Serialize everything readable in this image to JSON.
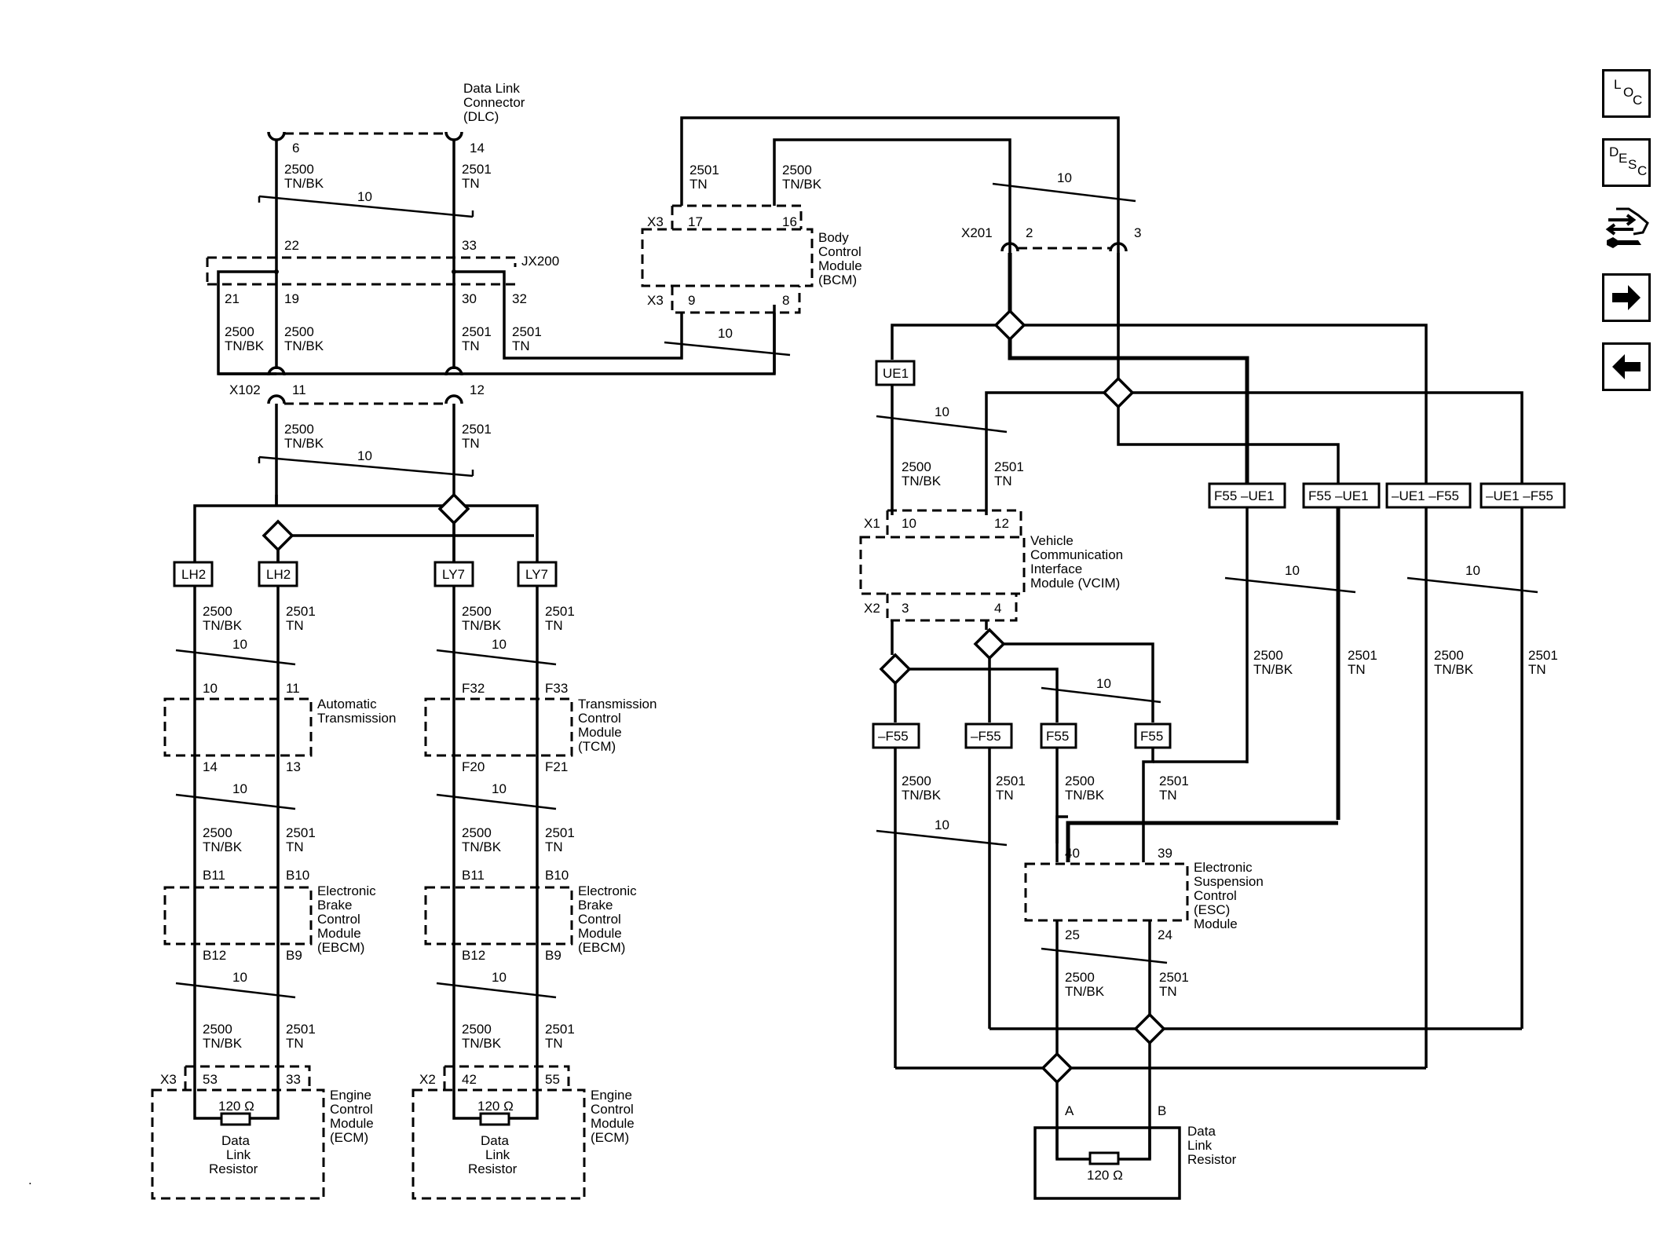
{
  "dlc": {
    "name": [
      "Data Link",
      "Connector",
      "(DLC)"
    ],
    "pin_low": "6",
    "pin_high": "14"
  },
  "wires": {
    "low_num": "2500",
    "low_color": "TN/BK",
    "high_num": "2501",
    "high_color": "TN",
    "twist": "10"
  },
  "jx200": {
    "name": "JX200",
    "pins": [
      "22",
      "33",
      "21",
      "19",
      "30",
      "32"
    ]
  },
  "x102": {
    "name": "X102",
    "pins": [
      "11",
      "12"
    ]
  },
  "bcm": {
    "name": [
      "Body",
      "Control",
      "Module",
      "(BCM)"
    ],
    "x3": "X3",
    "pins": [
      "17",
      "16",
      "9",
      "8"
    ]
  },
  "x201": {
    "name": "X201",
    "pins": [
      "2",
      "3"
    ]
  },
  "options": {
    "lh2": "LH2",
    "ly7": "LY7",
    "ue1": "UE1",
    "f55": "F55",
    "not_f55": "–F55",
    "f55_ue1": "F55 –UE1",
    "not_ue1_f55": "–UE1 –F55"
  },
  "trans": {
    "name": [
      "Automatic",
      "Transmission"
    ],
    "pins_in": [
      "10",
      "11"
    ],
    "pins_out": [
      "14",
      "13"
    ]
  },
  "tcm": {
    "name": [
      "Transmission",
      "Control",
      "Module",
      "(TCM)"
    ],
    "pins_in": [
      "F32",
      "F33"
    ],
    "pins_out": [
      "F20",
      "F21"
    ]
  },
  "ebcm": {
    "name": [
      "Electronic",
      "Brake",
      "Control",
      "Module",
      "(EBCM)"
    ],
    "pins_in": [
      "B11",
      "B10"
    ],
    "pins_out": [
      "B12",
      "B9"
    ]
  },
  "ecm": {
    "name": [
      "Engine",
      "Control",
      "Module",
      "(ECM)"
    ],
    "left_conn": "X3",
    "left_pins": [
      "53",
      "33"
    ],
    "right_conn": "X2",
    "right_pins": [
      "42",
      "55"
    ]
  },
  "resistor": {
    "value": "120 Ω",
    "name": [
      "Data",
      "Link",
      "Resistor"
    ],
    "pins": [
      "A",
      "B"
    ]
  },
  "vcim": {
    "name": [
      "Vehicle",
      "Communication",
      "Interface",
      "Module (VCIM)"
    ],
    "x1": "X1",
    "x2": "X2",
    "pins": [
      "10",
      "12",
      "3",
      "4"
    ]
  },
  "esc": {
    "name": [
      "Electronic",
      "Suspension",
      "Control",
      "(ESC)",
      "Module"
    ],
    "pins": [
      "40",
      "39",
      "25",
      "24"
    ]
  },
  "nav": {
    "loc": [
      "L",
      "O",
      "C"
    ],
    "desc": [
      "D",
      "E",
      "S",
      "C"
    ]
  }
}
